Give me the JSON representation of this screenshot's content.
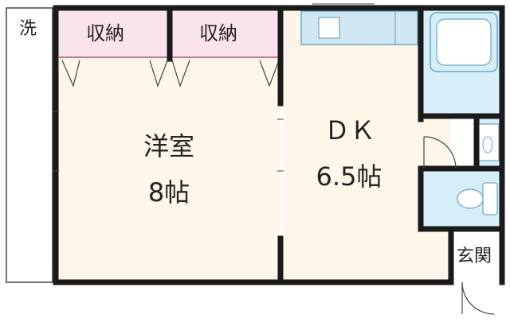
{
  "rooms": {
    "laundry": "洗",
    "storage_left": "収納",
    "storage_right": "収納",
    "western_room": {
      "name": "洋室",
      "size": "8帖"
    },
    "dk": {
      "name": "ＤＫ",
      "size": "6.5帖"
    },
    "entrance": "玄関"
  },
  "colors": {
    "wall": "#1a1a1a",
    "floor_wood": "#fdf6e9",
    "floor_water": "#d6eef8",
    "storage_pink": "#fbe3ec",
    "fixture_blue": "#cfe8f3",
    "fixture_line": "#6aa7c4",
    "thin_line": "#444444"
  }
}
